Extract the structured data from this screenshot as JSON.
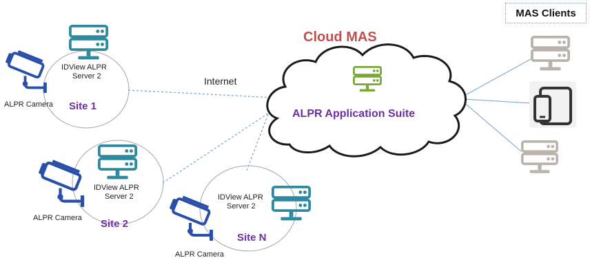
{
  "colors": {
    "server_teal": "#2f8aa0",
    "server_green": "#7aa63a",
    "client_gray": "#b8b4ac",
    "cloud_title": "#c0504d",
    "site_label": "#6b2fa0",
    "camera_blue": "#2a4fa8",
    "link_line": "#6f9fcf"
  },
  "cloud": {
    "title": "Cloud MAS",
    "suite_label": "ALPR Application Suite",
    "server_icon": "server-icon"
  },
  "internet_label": "Internet",
  "mas_clients": {
    "title": "MAS Clients",
    "devices": [
      "server-icon",
      "tablet-phone-icon",
      "server-icon"
    ]
  },
  "sites": [
    {
      "name": "Site 1",
      "server_label_1": "IDView ALPR",
      "server_label_2": "Server 2",
      "camera_label": "ALPR Camera"
    },
    {
      "name": "Site 2",
      "server_label_1": "IDView ALPR",
      "server_label_2": "Server 2",
      "camera_label": "ALPR Camera"
    },
    {
      "name": "Site N",
      "server_label_1": "IDView ALPR",
      "server_label_2": "Server 2",
      "camera_label": "ALPR Camera"
    }
  ]
}
